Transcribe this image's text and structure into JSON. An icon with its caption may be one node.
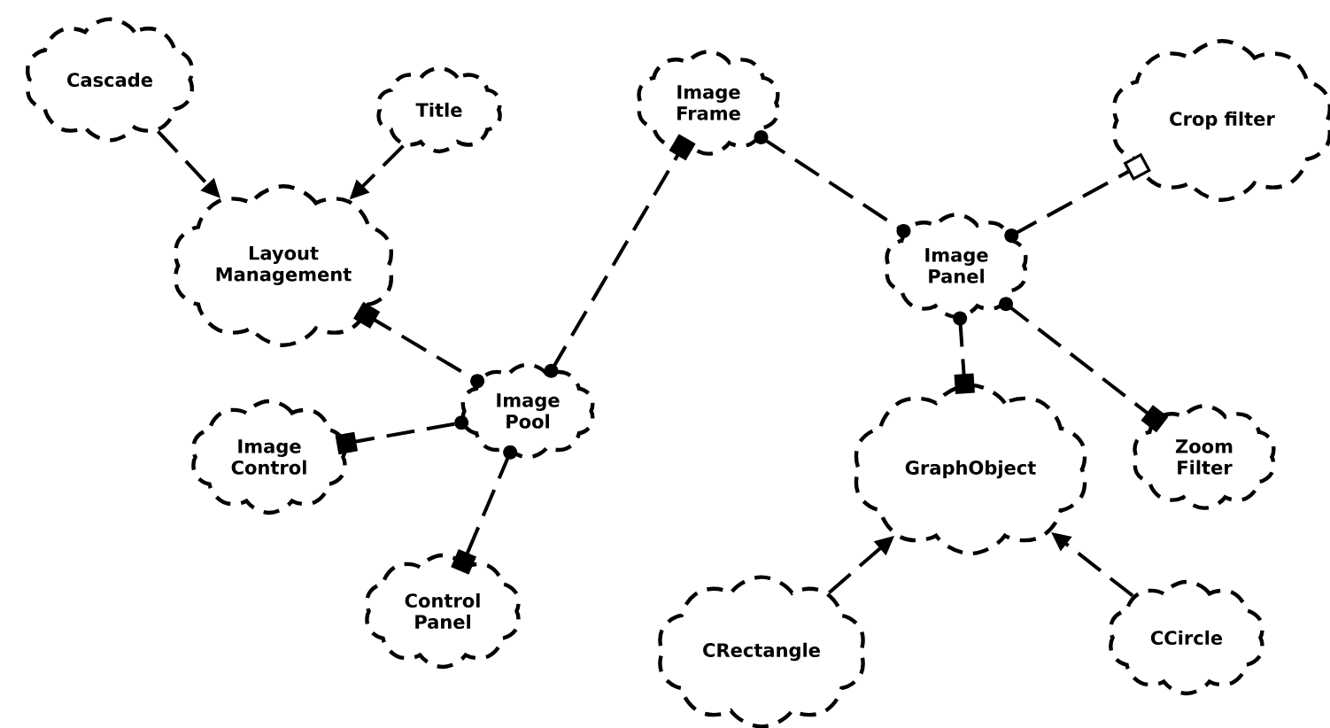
{
  "diagram": {
    "nodes": [
      {
        "text": [
          "Cascade"
        ]
      },
      {
        "text": [
          "Title"
        ]
      },
      {
        "text": [
          "Image Frame"
        ]
      },
      {
        "text": [
          "Crop filter"
        ]
      },
      {
        "text": [
          "Layout Management"
        ]
      },
      {
        "text": [
          "Image Panel"
        ]
      },
      {
        "text": [
          "Image Control"
        ]
      },
      {
        "text": [
          "Image Pool"
        ]
      },
      {
        "text": [
          "Zoom Filter"
        ]
      },
      {
        "text": [
          "GraphObject"
        ]
      },
      {
        "text": [
          "Control Panel"
        ]
      },
      {
        "text": [
          "CRectangle"
        ]
      },
      {
        "text": [
          "CCircle"
        ]
      }
    ],
    "edges": [
      {
        "from": 0,
        "to": 4,
        "arrow": "to"
      },
      {
        "from": 1,
        "to": 4,
        "arrow": "to"
      },
      {
        "from": 4,
        "to": 7,
        "arrow": "other"
      },
      {
        "from": 6,
        "to": 7,
        "arrow": "other"
      },
      {
        "from": 7,
        "to": 10,
        "arrow": "other"
      },
      {
        "from": 7,
        "to": 2,
        "arrow": "other"
      },
      {
        "from": 2,
        "to": 5,
        "arrow": "other"
      },
      {
        "from": 5,
        "to": 3,
        "arrow": "other"
      },
      {
        "from": 5,
        "to": 8,
        "arrow": "other"
      },
      {
        "from": 5,
        "to": 9,
        "arrow": "other"
      },
      {
        "from": 11,
        "to": 9,
        "arrow": "to"
      },
      {
        "from": 12,
        "to": 9,
        "arrow": "to"
      }
    ]
  }
}
